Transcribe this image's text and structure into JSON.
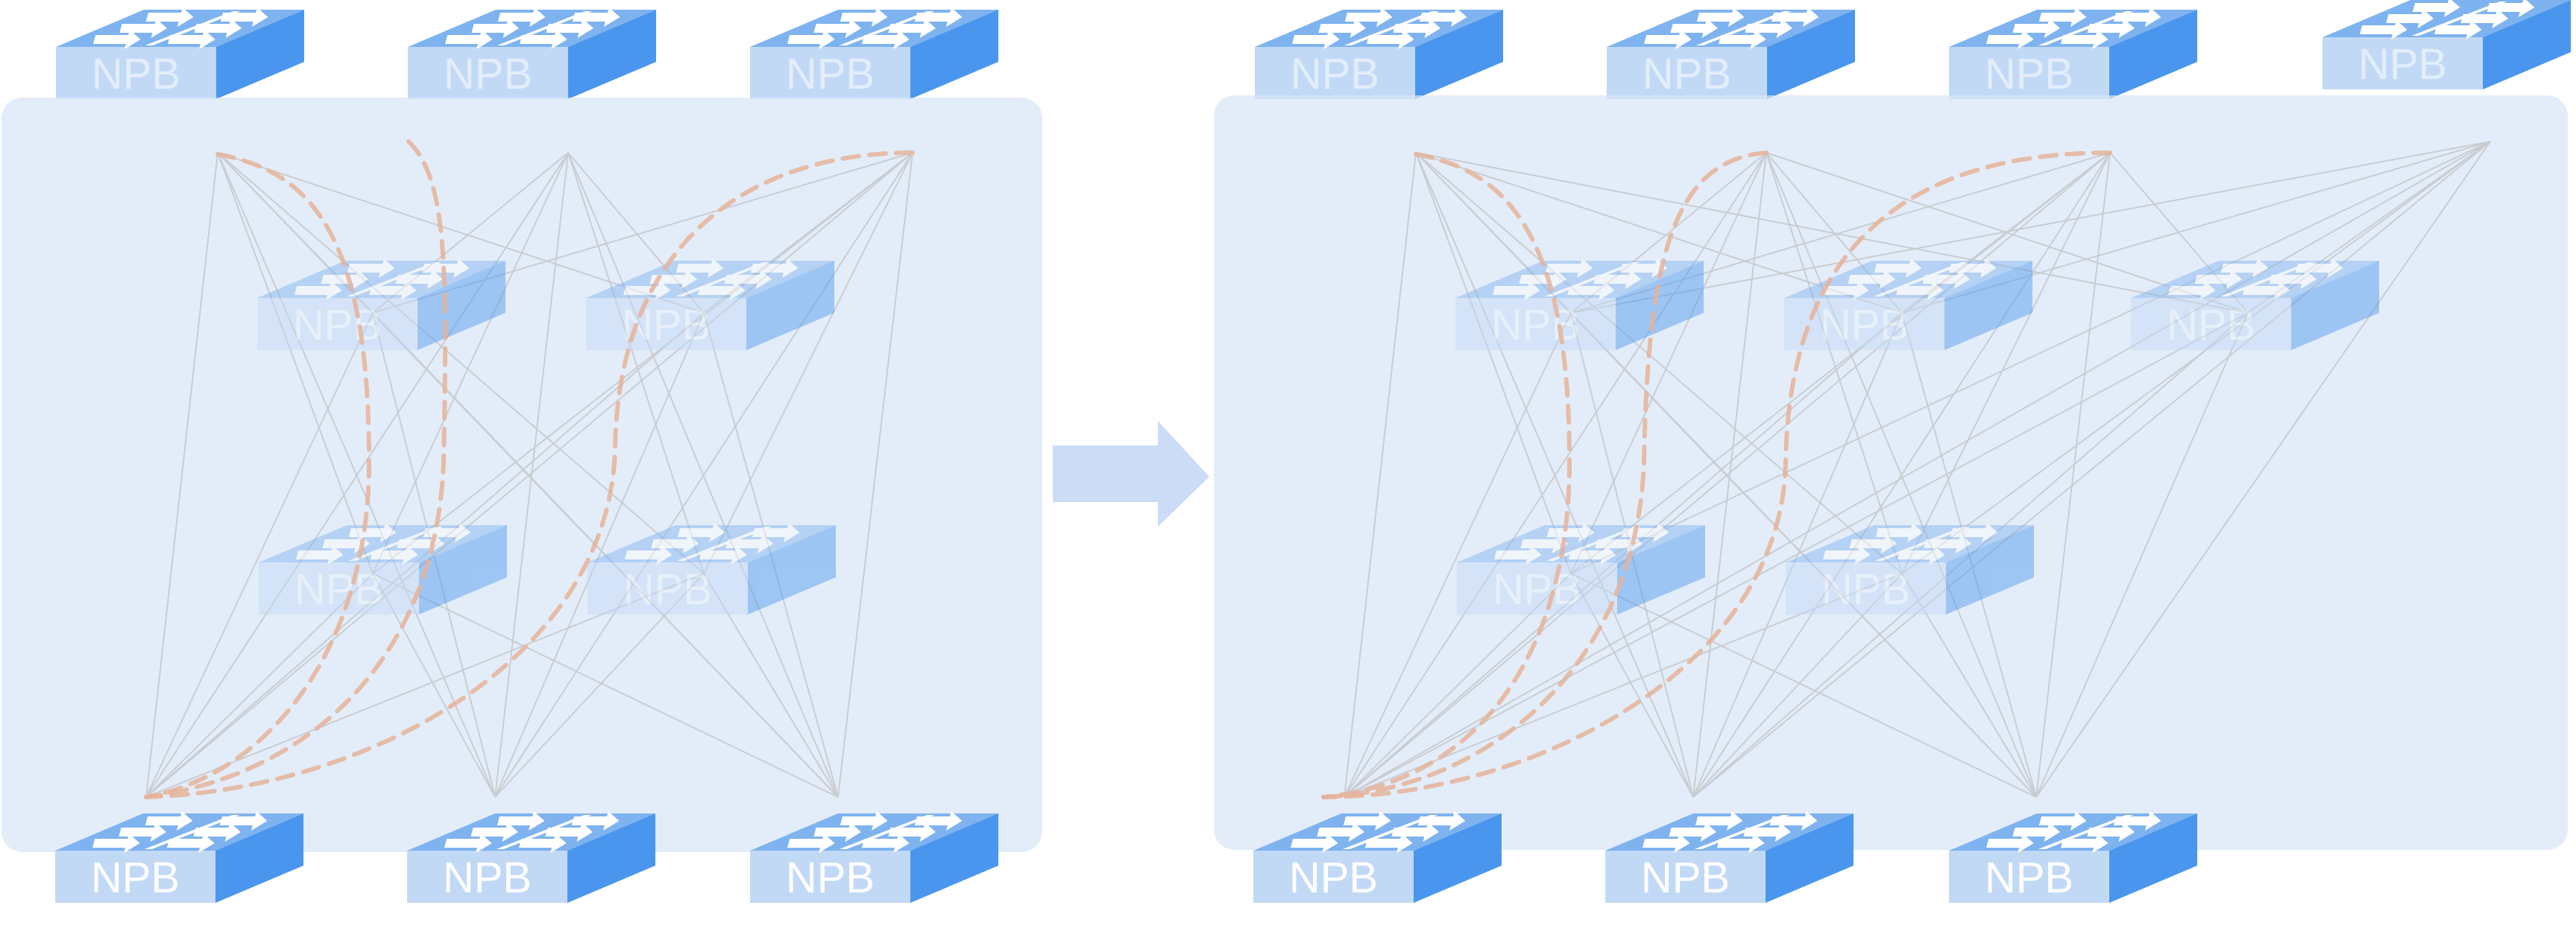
{
  "diagram": {
    "device_label": "NPB",
    "colors": {
      "panel": "#d7e5f6",
      "device_top": "#7eb3ef",
      "device_front": "#c2d9f6",
      "device_side": "#4a96ee",
      "arrow": "#ccdcf7",
      "link_line": "#c9cdd2",
      "path": "#e5b39a"
    },
    "left_topology": {
      "spines": [
        "NPB",
        "NPB",
        "NPB"
      ],
      "middle_upper": [
        "NPB",
        "NPB"
      ],
      "middle_lower": [
        "NPB",
        "NPB"
      ],
      "leaves": [
        "NPB",
        "NPB",
        "NPB"
      ]
    },
    "right_topology": {
      "spines": [
        "NPB",
        "NPB",
        "NPB",
        "NPB"
      ],
      "middle_upper": [
        "NPB",
        "NPB",
        "NPB"
      ],
      "middle_lower": [
        "NPB",
        "NPB"
      ],
      "leaves": [
        "NPB",
        "NPB",
        "NPB"
      ]
    },
    "transition_arrow_icon": "right-arrow-icon"
  }
}
